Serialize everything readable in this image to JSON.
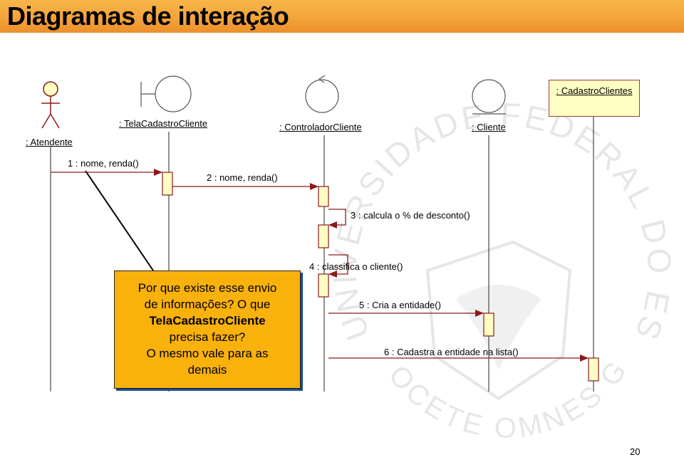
{
  "title": "Diagramas de interação",
  "objects": {
    "atendente": ": Atendente",
    "tela": ": TelaCadastroCliente",
    "controlador": ": ControladorCliente",
    "cliente": ": Cliente",
    "cadastro": ": CadastroClientes"
  },
  "messages": {
    "m1": "1 : nome, renda()",
    "m2": "2 : nome, renda()",
    "m3": "3 : calcula o % de desconto()",
    "m4": "4 : classifica o cliente()",
    "m5": "5 : Cria a entidade()",
    "m6": "6 : Cadastra a entidade na lista()"
  },
  "note": {
    "line1": "Por que existe esse envio",
    "line2": "de informações? O que",
    "line3": "TelaCadastroCliente",
    "line4": "precisa fazer?",
    "line5": "O mesmo vale para as",
    "line6": "demais"
  },
  "watermark": {
    "text": "UNIVERSIDADE FEDERAL DO ESPIRITO SANTO",
    "motto": "OCETE OMNES GENTES"
  },
  "page_number": "20",
  "colors": {
    "title_bar": "#f3a43a",
    "note_bg": "#f9b10c",
    "activation": "#ffffc4",
    "line": "#8b1a1a"
  }
}
